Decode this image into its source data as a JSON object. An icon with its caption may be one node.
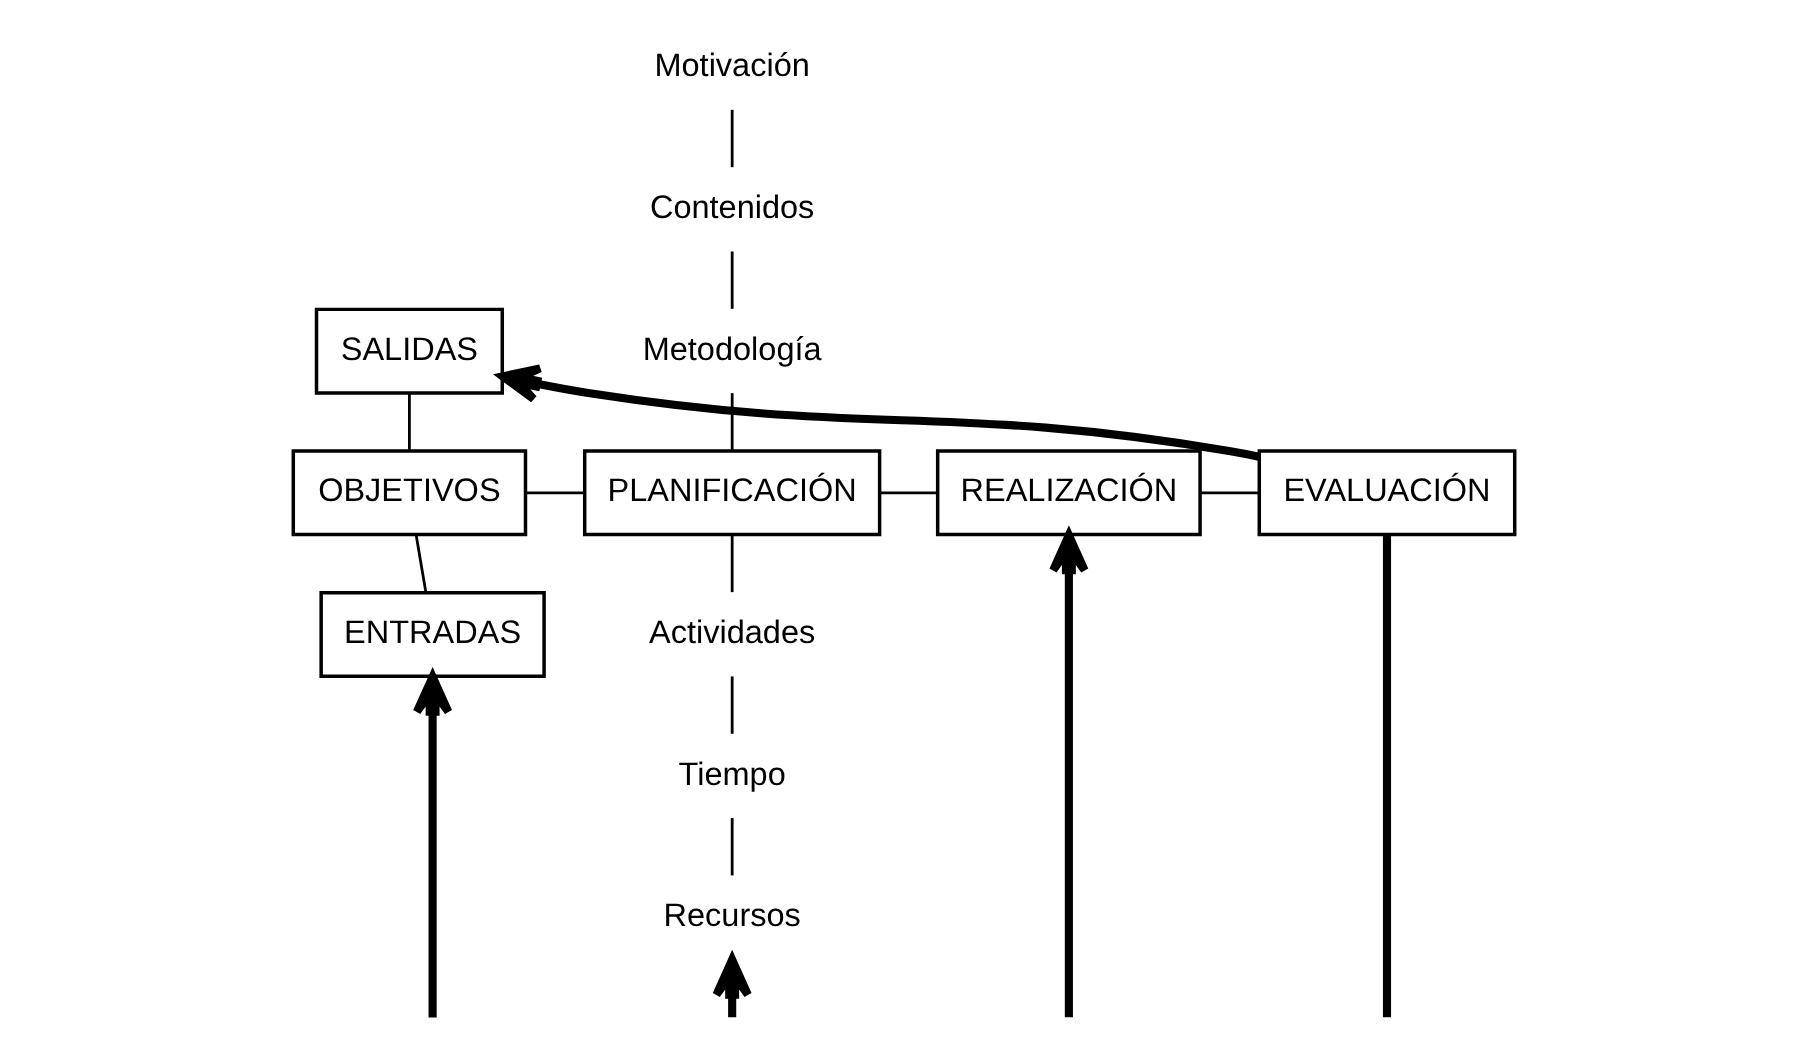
{
  "diagram": {
    "nodes": [
      {
        "text": [
          "SALIDAS"
        ]
      },
      {
        "text": [
          "ENTRADAS"
        ]
      },
      {
        "text": [
          "OBJETIVOS"
        ]
      },
      {
        "text": [
          "PLANIFICACIÓN"
        ]
      },
      {
        "text": [
          "REALIZACIÓN"
        ]
      },
      {
        "text": [
          "EVALUACIÓN"
        ]
      },
      {
        "text": [
          "Motivación"
        ]
      },
      {
        "text": [
          "Contenidos"
        ]
      },
      {
        "text": [
          "Metodología"
        ]
      },
      {
        "text": [
          "Actividades"
        ]
      },
      {
        "text": [
          "Tiempo"
        ]
      },
      {
        "text": [
          "Recursos"
        ]
      }
    ],
    "edges": [
      {
        "from": 5,
        "to": 0,
        "arrow": "to",
        "style": "thick"
      },
      {
        "from": 0,
        "to": 2,
        "arrow": "none"
      },
      {
        "from": 1,
        "to": 2,
        "arrow": "none"
      },
      {
        "from": 2,
        "to": 3,
        "arrow": "none"
      },
      {
        "from": 3,
        "to": 4,
        "arrow": "none"
      },
      {
        "from": 4,
        "to": 5,
        "arrow": "none"
      },
      {
        "from": 6,
        "to": 7,
        "arrow": "none"
      },
      {
        "from": 7,
        "to": 8,
        "arrow": "none"
      },
      {
        "from": 8,
        "to": 3,
        "arrow": "none"
      },
      {
        "from": 3,
        "to": 9,
        "arrow": "none"
      },
      {
        "from": 9,
        "to": 10,
        "arrow": "none"
      },
      {
        "from": 10,
        "to": 11,
        "arrow": "none"
      },
      {
        "from": null,
        "to": 1,
        "arrow": "to",
        "style": "thick"
      },
      {
        "from": null,
        "to": 11,
        "arrow": "to",
        "style": "thick"
      },
      {
        "from": null,
        "to": 4,
        "arrow": "to",
        "style": "thick"
      },
      {
        "from": 5,
        "to": null,
        "arrow": "none",
        "style": "thick"
      }
    ]
  }
}
